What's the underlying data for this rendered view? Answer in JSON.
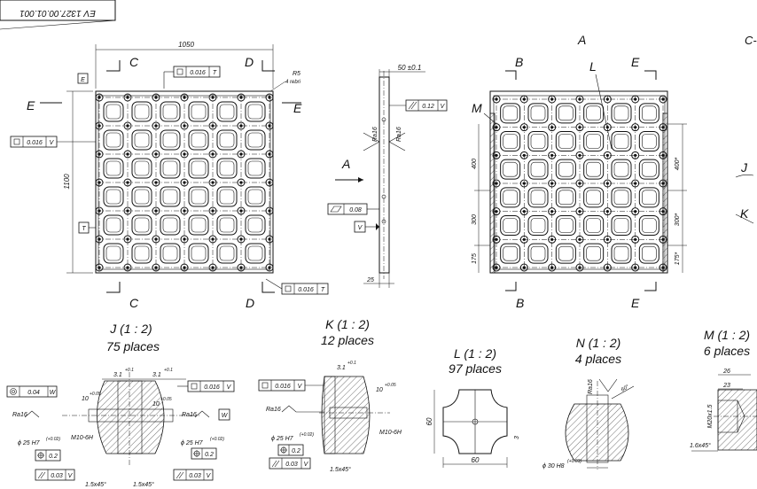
{
  "drawing": {
    "code": "EV 1327.00.01.001",
    "section_label_c_right": "C-",
    "front_view": {
      "width_dim": "1050",
      "height_dim": "1100",
      "section_c": "C",
      "section_d": "D",
      "section_e": "E",
      "radius_note": "R5",
      "radius_note2": "4 rebri",
      "flatness_top": "0.016",
      "flatness_top_ref": "T",
      "flatness_left": "0.016",
      "flatness_left_ref": "V",
      "flatness_bottom": "0.016",
      "flatness_bottom_ref": "T",
      "datum_t": "T",
      "weld_mark": "E"
    },
    "side_view": {
      "thickness_dim": "50 ±0.1",
      "parallel_tol": "0.12",
      "parallel_ref": "V",
      "flatness_tol": "0.08",
      "datum_v": "V",
      "roughness_1": "Ra16",
      "roughness_2": "Ra16",
      "bottom_dim": "25",
      "view_a": "A"
    },
    "top_view": {
      "view_a": "A",
      "section_b": "B",
      "section_e": "E",
      "detail_l": "L",
      "detail_m": "M",
      "dim_400_left": "400",
      "dim_300_left": "300",
      "dim_175_left": "175",
      "dim_400_right": "400*",
      "dim_300_right": "300*",
      "dim_175_right": "175*"
    },
    "details": {
      "j_title": "J (1 : 2)",
      "j_places": "75 places",
      "k_title": "K (1 : 2)",
      "k_places": "12 places",
      "l_title": "L (1 : 2)",
      "l_places": "97 places",
      "n_title": "N (1 : 2)",
      "n_places": "4 places",
      "m_title": "M (1 : 2)",
      "m_places": "6 places",
      "j_label_j": "J",
      "k_label_k": "K",
      "j_pos": "0.04",
      "j_pos_ref": "W",
      "j_flat": "0.016",
      "j_flat_ref": "V",
      "j_ra_left": "Ra16",
      "j_ra_right": "Ra16",
      "j_datum_w": "W",
      "j_bore_left": "ϕ 25 H7",
      "j_bore_left_tol": "(+0.02)",
      "j_bore_right": "ϕ 25 H7",
      "j_bore_right_tol": "(+0.02)",
      "j_thread": "M10-6H",
      "j_pos_left": "0.2",
      "j_pos_right": "0.2",
      "j_par_left": "0.03",
      "j_par_left_ref": "V",
      "j_par_right": "0.03",
      "j_par_right_ref": "V",
      "j_dim_31a": "3.1",
      "j_dim_31a_tol": "+0.1",
      "j_dim_31b": "3.1",
      "j_dim_31b_tol": "+0.1",
      "j_dim_10a": "10",
      "j_dim_10a_tol": "+0.05",
      "j_dim_10b": "10",
      "j_dim_10b_tol": "+0.05",
      "j_chamfer_left": "1.5x45°",
      "j_chamfer_right": "1.5x45°",
      "k_flat": "0.016",
      "k_flat_ref": "V",
      "k_ra": "Ra16",
      "k_dim_31": "3.1",
      "k_dim_31_tol": "+0.1",
      "k_dim_10": "10",
      "k_dim_10_tol": "+0.05",
      "k_bore": "ϕ 25 H7",
      "k_bore_tol": "(+0.02)",
      "k_thread": "M10-6H",
      "k_pos": "0.2",
      "k_par": "0.03",
      "k_par_ref": "V",
      "k_chamfer": "1.5x45°",
      "l_dim_60_h": "60",
      "l_dim_60_v": "60",
      "l_dim_3": "3",
      "n_ra": "Ra16",
      "n_bore": "ϕ 30 H8",
      "n_bore_tol": "(+0.03)",
      "n_angle": "60°",
      "m_dim_26": "26",
      "m_dim_23": "23",
      "m_thread": "M20x1.5",
      "m_chamfer": "1.6x45°"
    }
  }
}
